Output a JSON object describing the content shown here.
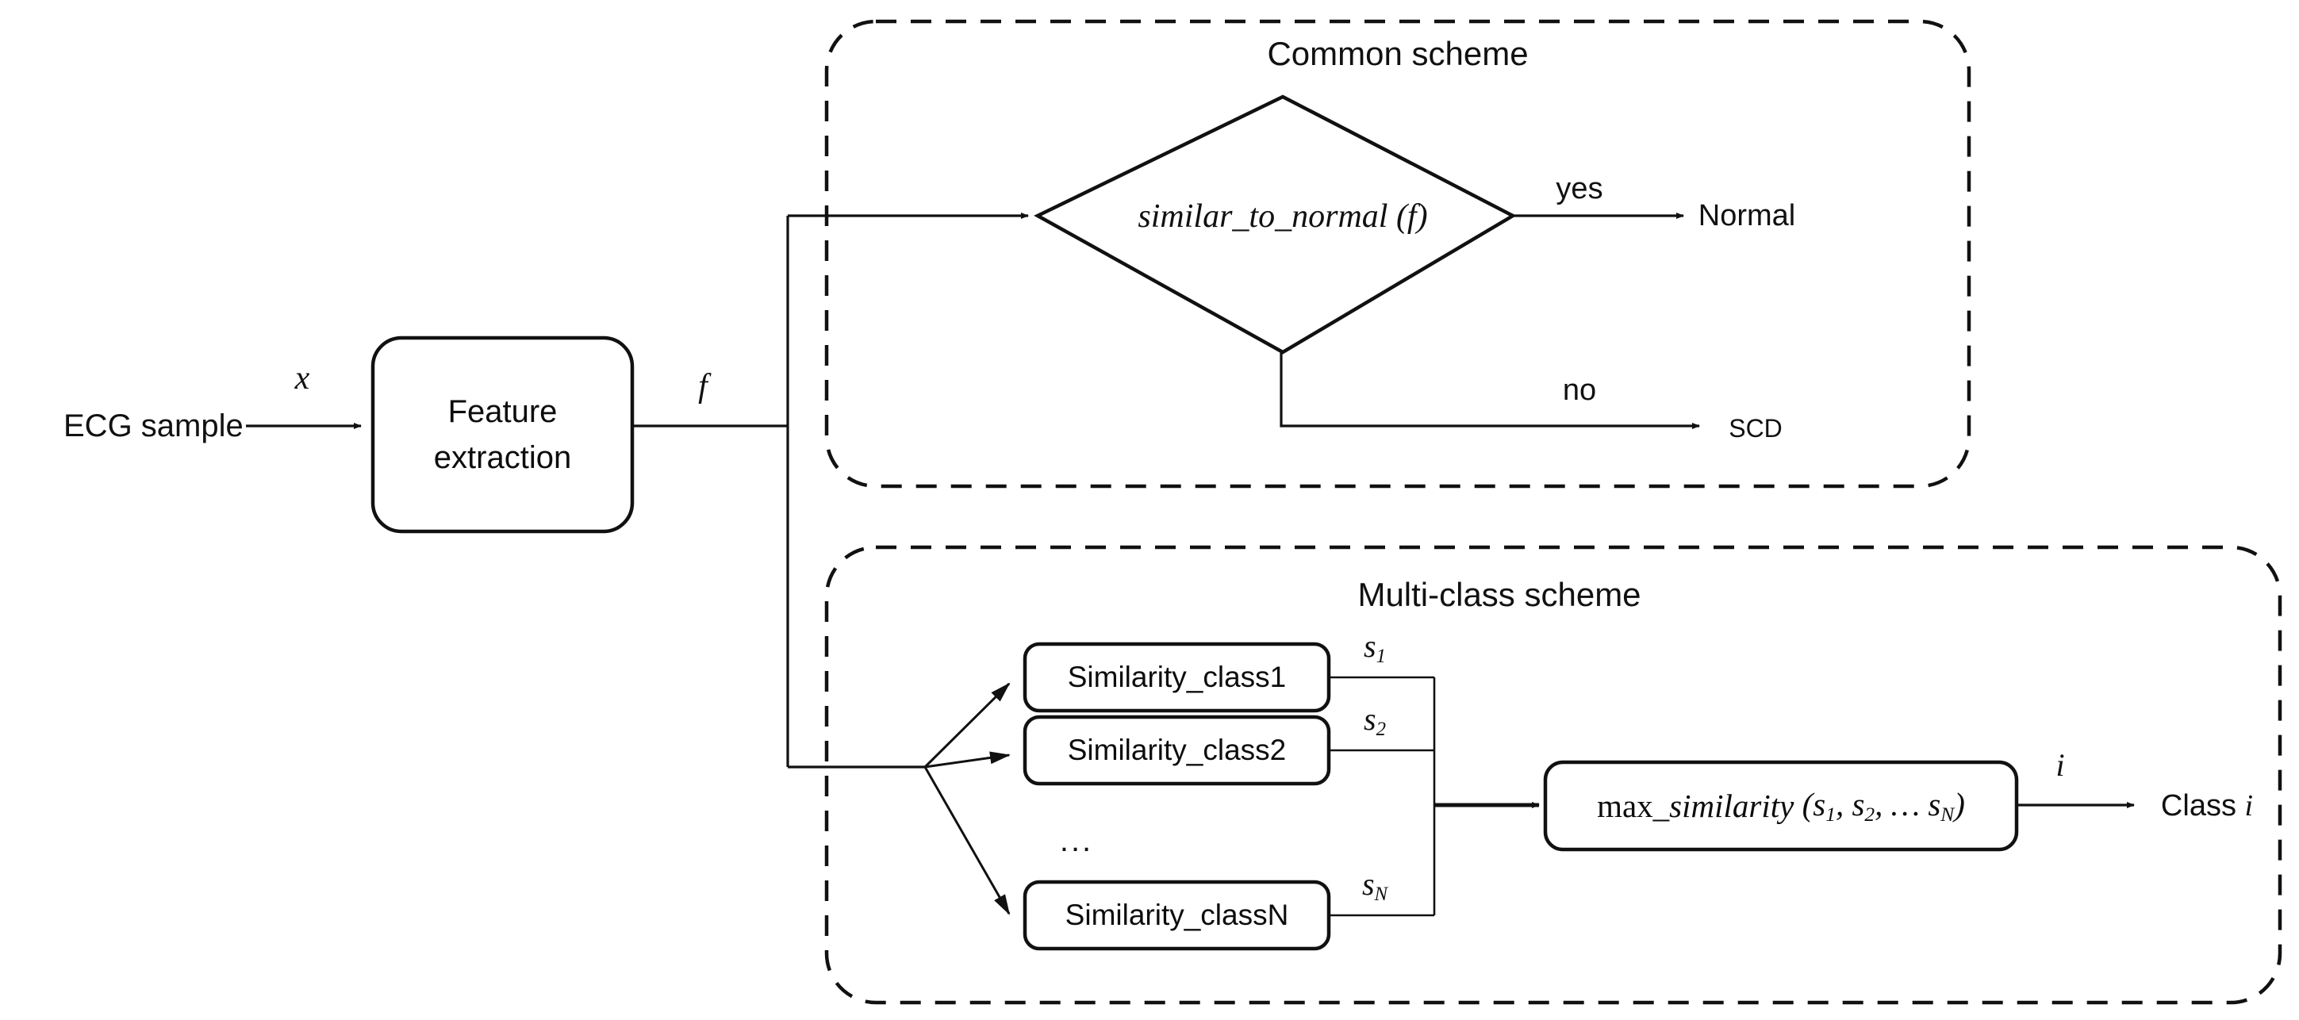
{
  "diagram": {
    "title": "ECG classification schemes flowchart",
    "colors": {
      "stroke": "#111111",
      "background": "#ffffff",
      "text": "#111111"
    },
    "input": {
      "label": "ECG sample",
      "edge_label": "x"
    },
    "feature_block": {
      "line1": "Feature",
      "line2": "extraction",
      "output_label": "f"
    },
    "common_scheme": {
      "title": "Common scheme",
      "decision": {
        "prefix": "similar_to_normal",
        "arg": "(f)",
        "full": "similar_to_normal (f)"
      },
      "branches": [
        {
          "condition": "yes",
          "result": "Normal"
        },
        {
          "condition": "no",
          "result": "SCD"
        }
      ]
    },
    "multiclass_scheme": {
      "title": "Multi-class scheme",
      "similarity_blocks": [
        {
          "label": "Similarity_class1",
          "output": "s",
          "sub": "1"
        },
        {
          "label": "Similarity_class2",
          "output": "s",
          "sub": "2"
        },
        {
          "label": "Similarity_classN",
          "output": "s",
          "sub": "N"
        }
      ],
      "ellipsis": "...",
      "aggregator": {
        "prefix": "max",
        "name": "_similarity",
        "args_open": " (s",
        "args": "s1, s2, ... sN",
        "full": "max_similarity (s1, s2, ... sN)"
      },
      "output": {
        "edge_label": "i",
        "result_prefix": "Class ",
        "result_var": "i"
      }
    }
  }
}
